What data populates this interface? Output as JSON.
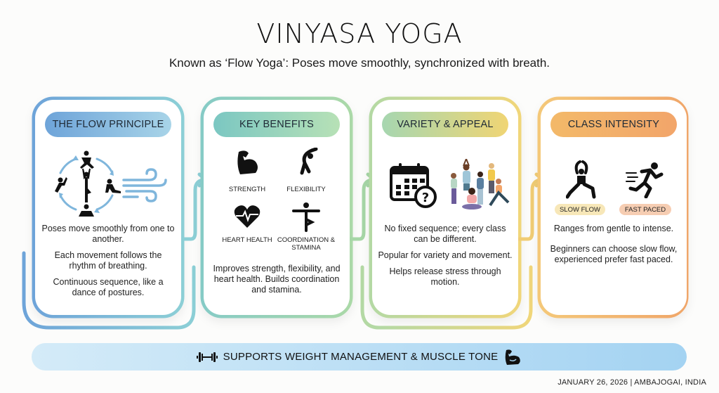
{
  "header": {
    "title": "VINYASA YOGA",
    "subtitle": "Known as ‘Flow Yoga’: Poses move smoothly, synchronized with breath."
  },
  "colors": {
    "flow_principle": "#6ea4d9",
    "key_benefits": "#7bc7c2",
    "variety_appeal": "#e9d77a",
    "class_intensity": "#f2b26a",
    "banner": "#a4d3f2"
  },
  "cards": [
    {
      "title": "THE FLOW PRINCIPLE",
      "icons": [
        "pose-cycle-icon",
        "breath-wind-icon"
      ],
      "points": [
        "Poses move smoothly from one to another.",
        "Each movement follows the rhythm of breathing.",
        "Continuous sequence, like a dance of postures."
      ]
    },
    {
      "title": "KEY BENEFITS",
      "benefits": [
        {
          "label": "STRENGTH",
          "icon": "flexed-bicep-icon"
        },
        {
          "label": "FLEXIBILITY",
          "icon": "side-stretch-icon"
        },
        {
          "label": "HEART HEALTH",
          "icon": "heart-pulse-icon"
        },
        {
          "label": "COORDINATION & STAMINA",
          "icon": "tree-pose-icon"
        }
      ],
      "points": [
        "Improves strength, flexibility, and heart health. Builds coordination and stamina."
      ]
    },
    {
      "title": "VARIETY & APPEAL",
      "icons": [
        "calendar-question-icon",
        "diverse-group-icon"
      ],
      "points": [
        "No fixed sequence; every class can be different.",
        "Popular for variety and movement.",
        "Helps release stress through motion."
      ]
    },
    {
      "title": "CLASS INTENSITY",
      "tags": [
        {
          "label": "SLOW FLOW",
          "icon": "warrior-pose-icon",
          "color": "#f7e7b8"
        },
        {
          "label": "FAST PACED",
          "icon": "runner-icon",
          "color": "#f6cdb2"
        }
      ],
      "points": [
        "Ranges from gentle to intense.",
        "Beginners can choose slow flow, experienced prefer fast paced."
      ]
    }
  ],
  "banner": {
    "text": "SUPPORTS WEIGHT MANAGEMENT & MUSCLE TONE",
    "left_icon": "dumbbell-icon",
    "right_icon": "flexed-bicep-icon"
  },
  "footer": {
    "text": "JANUARY 26, 2026 | AMBAJOGAI, INDIA"
  }
}
